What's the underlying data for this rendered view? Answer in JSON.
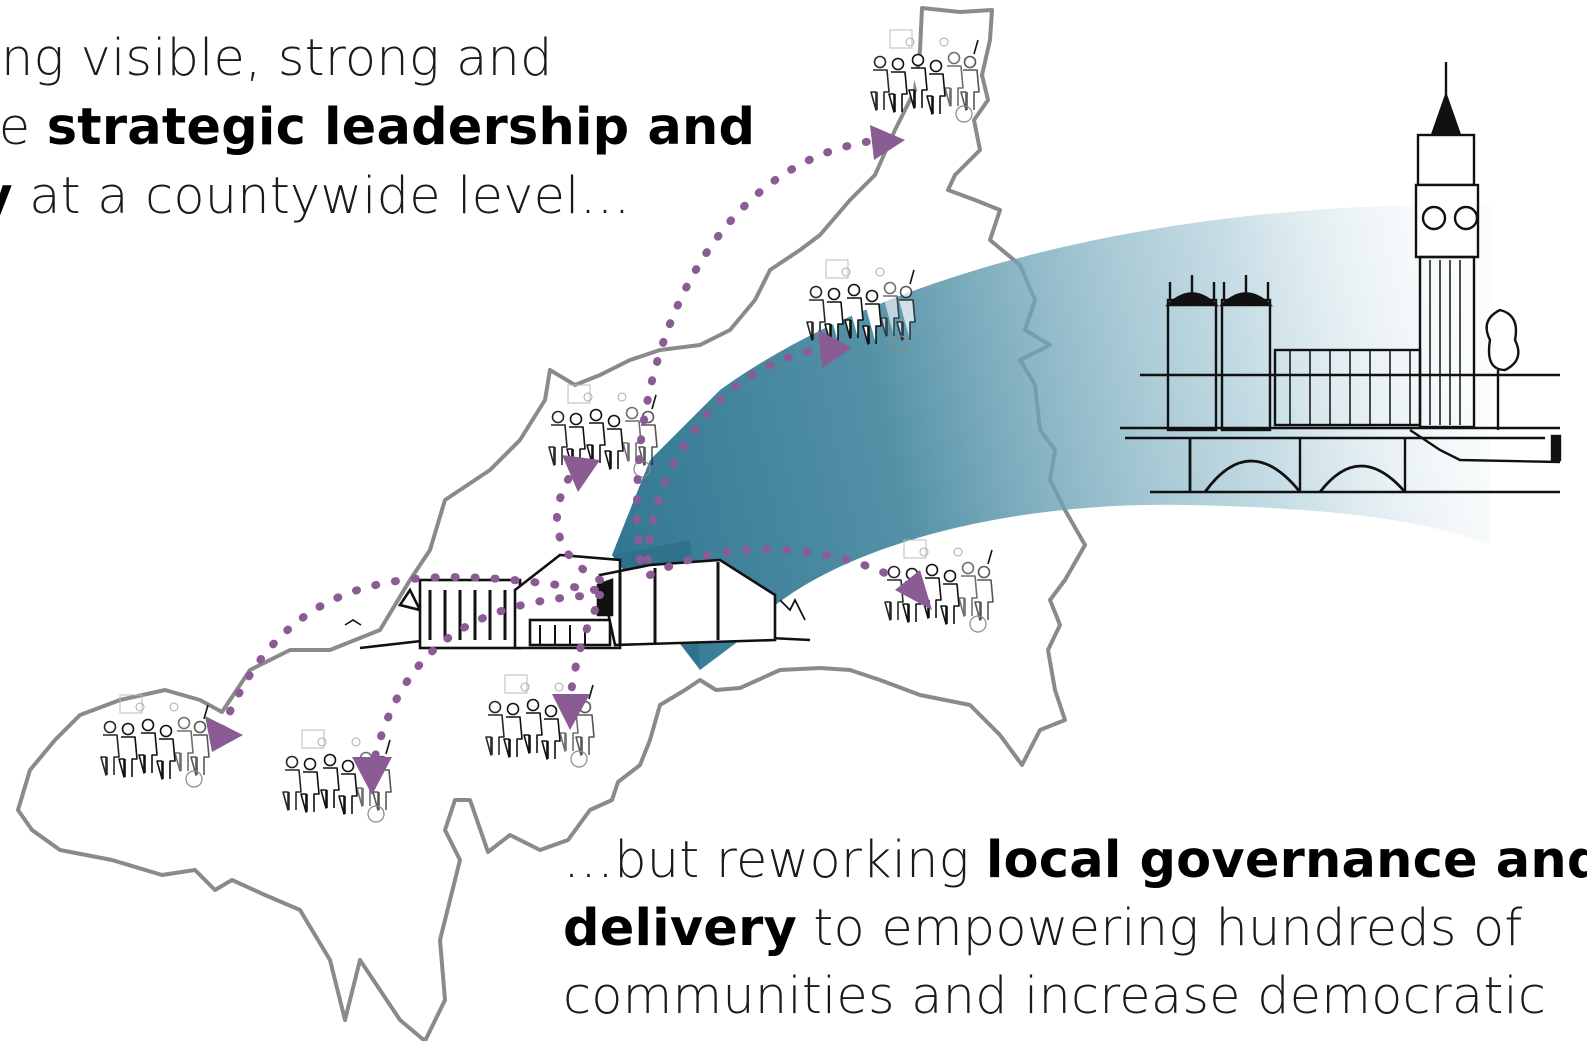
{
  "caption_top": {
    "line1": "ding visible, strong and",
    "line2_pre": "ive ",
    "line2_bold": "strategic leadership and",
    "line3_bold": "ry",
    "line3_post": " at a countywide level…"
  },
  "caption_bottom": {
    "line1_pre": "…but reworking ",
    "line1_bold": "local governance and",
    "line2_bold": "delivery",
    "line2_post": " to empowering hundreds of",
    "line3": "communities and increase democratic"
  },
  "colors": {
    "arrow_purple": "#8b5c94",
    "flow_teal": "#3c7f96",
    "outline_grey": "#8a8a8a",
    "ink": "#111111"
  },
  "icons": {
    "county_map": "cornwall-outline",
    "council_hq": "county-hall-building",
    "westminster": "palace-of-westminster-big-ben",
    "community": "people-group"
  }
}
